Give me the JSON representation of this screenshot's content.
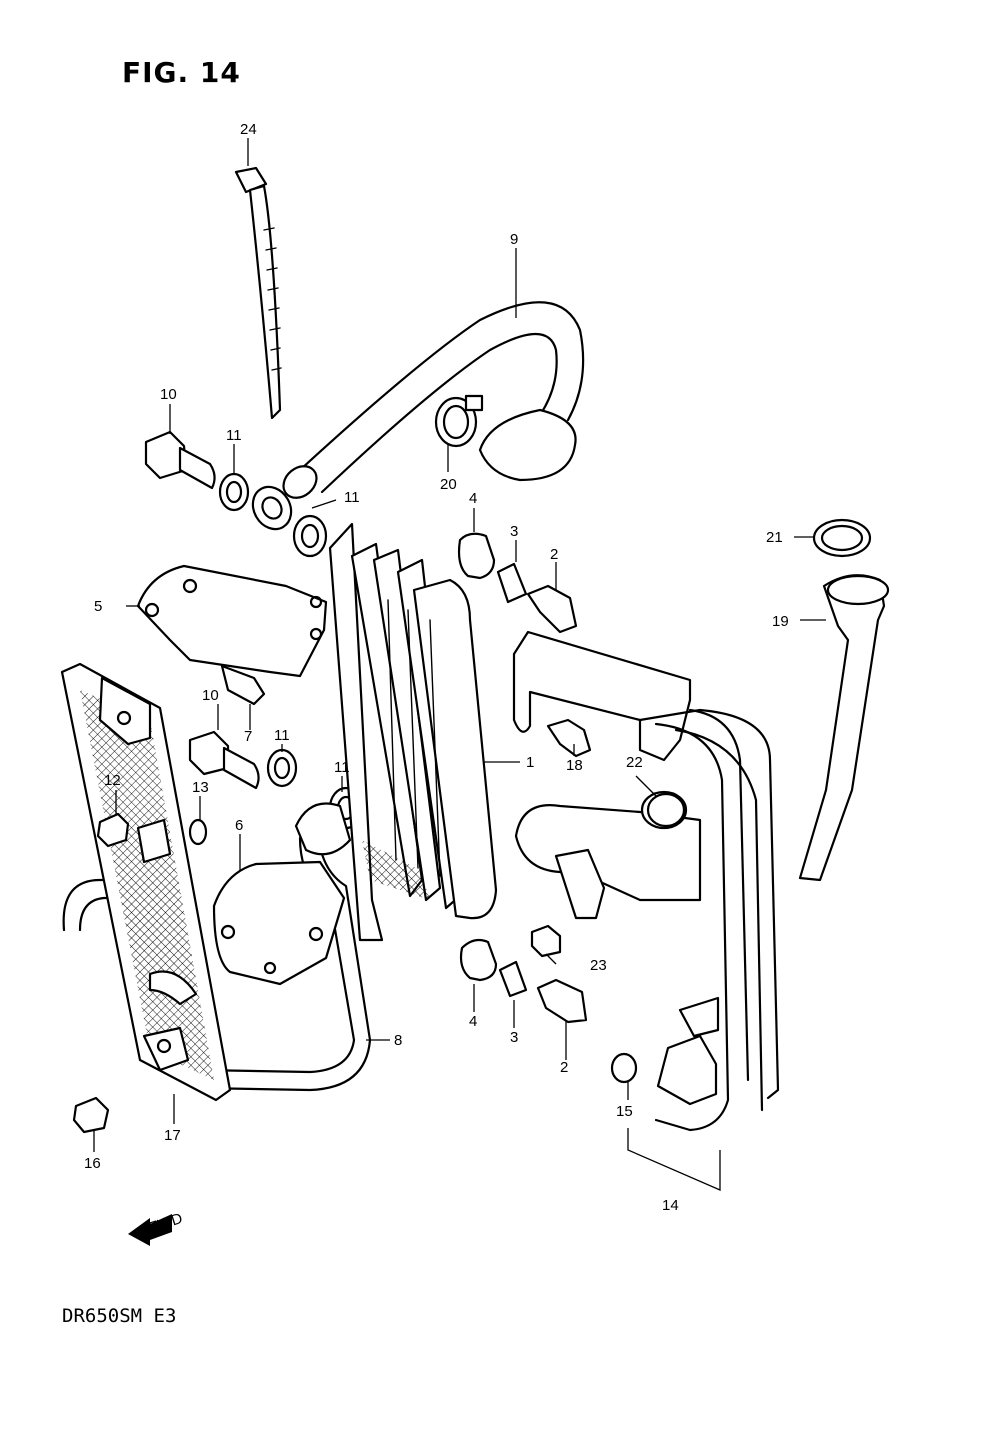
{
  "figure": {
    "title": "FIG. 14",
    "model": "DR650SM  E3"
  },
  "fwd_label": "FWD",
  "callouts": [
    "1",
    "2",
    "2",
    "3",
    "3",
    "4",
    "4",
    "5",
    "6",
    "7",
    "8",
    "9",
    "10",
    "10",
    "11",
    "11",
    "11",
    "11",
    "12",
    "13",
    "14",
    "15",
    "16",
    "17",
    "18",
    "19",
    "20",
    "21",
    "22",
    "23",
    "24"
  ],
  "colors": {
    "line": "#000000",
    "background": "#ffffff"
  }
}
